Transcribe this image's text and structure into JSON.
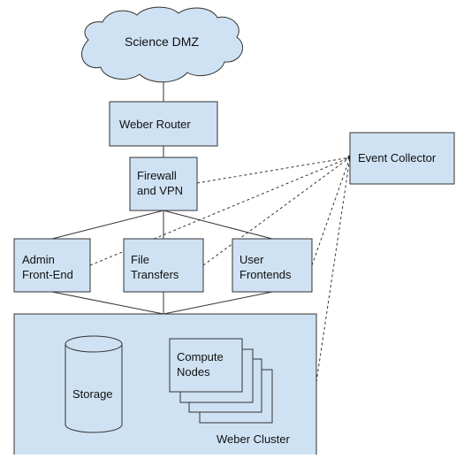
{
  "colors": {
    "fill": "#cfe2f3",
    "stroke": "#333333",
    "text": "#111111",
    "background": "#ffffff"
  },
  "nodes": {
    "cloud": "Science DMZ",
    "router": "Weber Router",
    "firewall": [
      "Firewall",
      "and VPN"
    ],
    "collector": "Event Collector",
    "admin": [
      "Admin",
      "Front-End"
    ],
    "file": [
      "File",
      "Transfers"
    ],
    "user": [
      "User",
      "Frontends"
    ],
    "storage": "Storage",
    "compute": [
      "Compute",
      "Nodes"
    ],
    "cluster": "Weber Cluster"
  }
}
